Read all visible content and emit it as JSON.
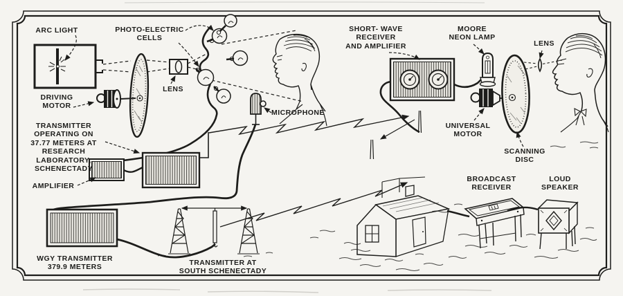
{
  "title": "Early television broadcasting system diagram",
  "colors": {
    "ink": "#1d1d1b",
    "paper": "#f5f4f0",
    "box_fill": "#eceae5"
  },
  "labels": {
    "arc_light": "ARC LIGHT",
    "photo_electric_cells": "PHOTO-ELECTRIC\nCELLS",
    "lens_left": "LENS",
    "driving_motor": "DRIVING\nMOTOR",
    "transmitter_operating": "TRANSMITTER\nOPERATING ON\n37.77 METERS AT\nRESEARCH\nLABORATORY,\nSCHENECTADY",
    "amplifier": "AMPLIFIER",
    "microphone": "MICROPHONE",
    "wgy_transmitter": "WGY TRANSMITTER\n379.9 METERS",
    "transmitter_south": "TRANSMITTER AT\nSOUTH SCHENECTADY",
    "short_wave_receiver": "SHORT- WAVE\nRECEIVER\nAND AMPLIFIER",
    "moore_neon_lamp": "MOORE\nNEON LAMP",
    "lens_right": "LENS",
    "universal_motor": "UNIVERSAL\nMOTOR",
    "scanning_disc": "SCANNING\nDISC",
    "broadcast_receiver": "BROADCAST\nRECEIVER",
    "loud_speaker": "LOUD\nSPEAKER"
  }
}
